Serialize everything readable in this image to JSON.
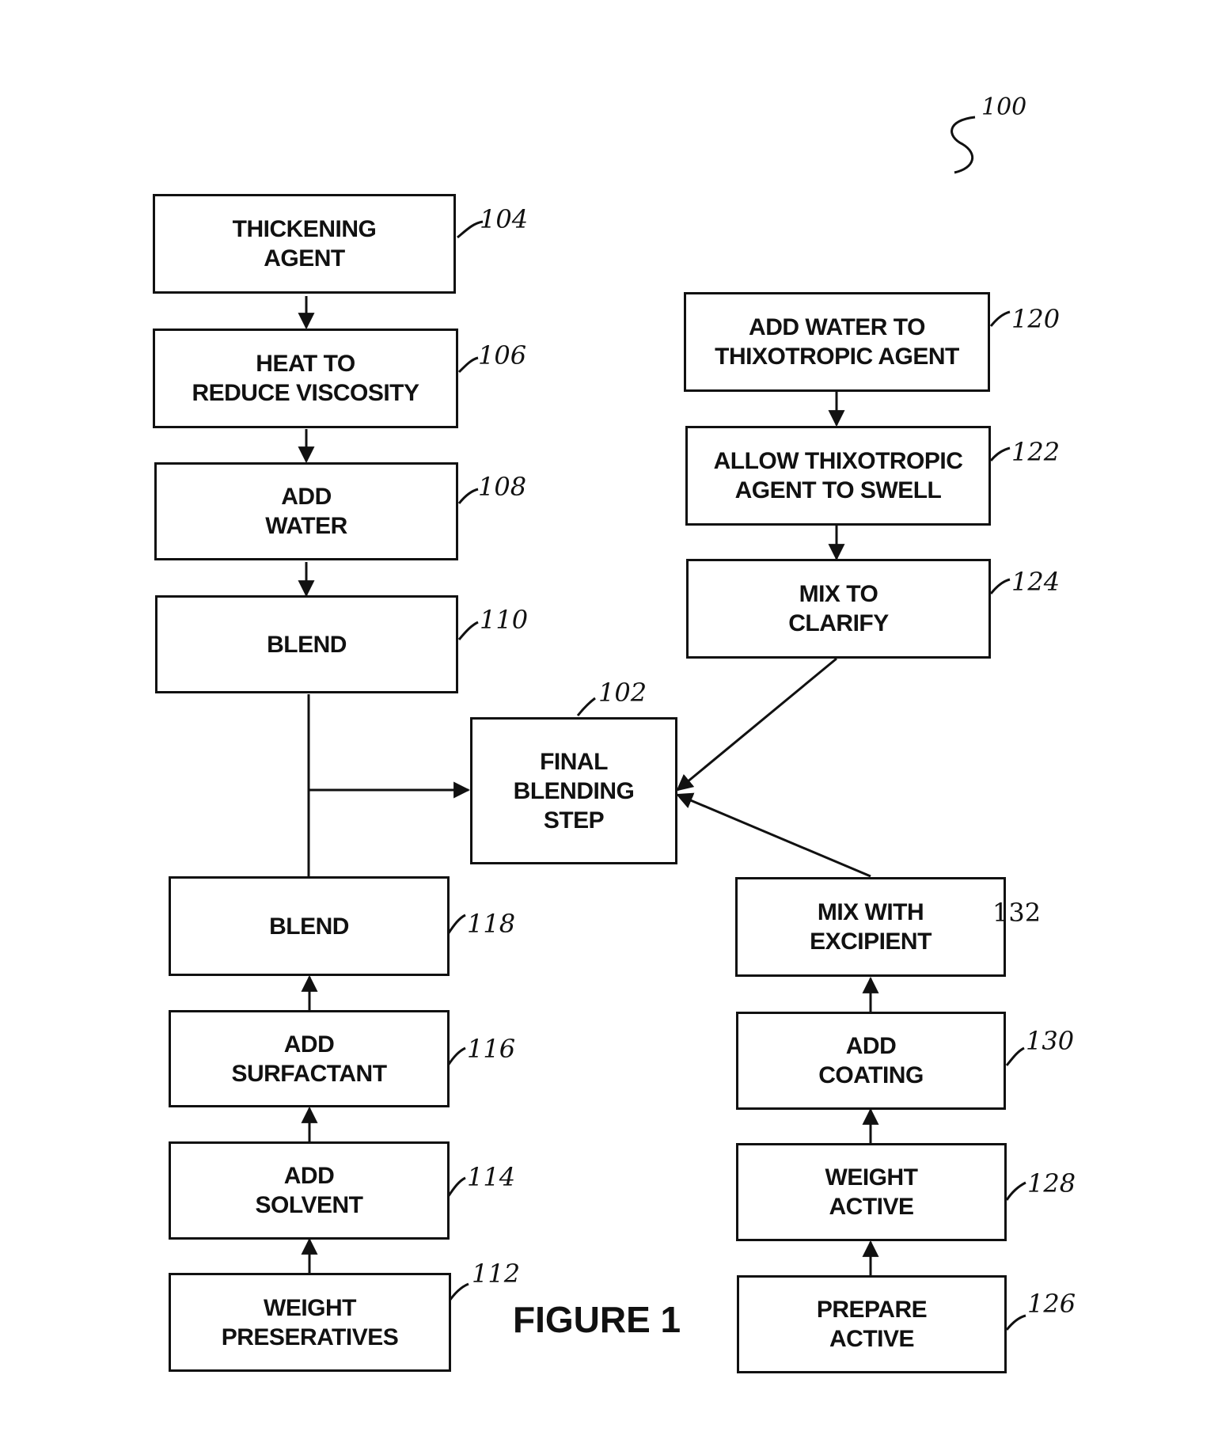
{
  "figure_ref": "100",
  "figure_caption": "FIGURE 1",
  "steps": [
    {
      "id": "104",
      "ref": "104",
      "label": "THICKENING\nAGENT"
    },
    {
      "id": "106",
      "ref": "106",
      "label": "HEAT TO\nREDUCE VISCOSITY"
    },
    {
      "id": "108",
      "ref": "108",
      "label": "ADD\nWATER"
    },
    {
      "id": "110",
      "ref": "110",
      "label": "BLEND"
    },
    {
      "id": "102",
      "ref": "102",
      "label": "FINAL\nBLENDING\nSTEP"
    },
    {
      "id": "118",
      "ref": "118",
      "label": "BLEND"
    },
    {
      "id": "116",
      "ref": "116",
      "label": "ADD\nSURFACTANT"
    },
    {
      "id": "114",
      "ref": "114",
      "label": "ADD\nSOLVENT"
    },
    {
      "id": "112",
      "ref": "112",
      "label": "WEIGHT\nPRESERATIVES"
    },
    {
      "id": "120",
      "ref": "120",
      "label": "ADD WATER TO\nTHIXOTROPIC AGENT"
    },
    {
      "id": "122",
      "ref": "122",
      "label": "ALLOW THIXOTROPIC\nAGENT TO SWELL"
    },
    {
      "id": "124",
      "ref": "124",
      "label": "MIX TO\nCLARIFY"
    },
    {
      "id": "132",
      "ref": "132",
      "label": "MIX WITH\nEXCIPIENT"
    },
    {
      "id": "130",
      "ref": "130",
      "label": "ADD\nCOATING"
    },
    {
      "id": "128",
      "ref": "128",
      "label": "WEIGHT\nACTIVE"
    },
    {
      "id": "126",
      "ref": "126",
      "label": "PREPARE\nACTIVE"
    }
  ],
  "flows": [
    {
      "from": "104",
      "to": "106"
    },
    {
      "from": "106",
      "to": "108"
    },
    {
      "from": "108",
      "to": "110"
    },
    {
      "from": "110",
      "to": "102"
    },
    {
      "from": "118",
      "to": "102"
    },
    {
      "from": "112",
      "to": "114"
    },
    {
      "from": "114",
      "to": "116"
    },
    {
      "from": "116",
      "to": "118"
    },
    {
      "from": "120",
      "to": "122"
    },
    {
      "from": "122",
      "to": "124"
    },
    {
      "from": "124",
      "to": "102"
    },
    {
      "from": "126",
      "to": "128"
    },
    {
      "from": "128",
      "to": "130"
    },
    {
      "from": "130",
      "to": "132"
    },
    {
      "from": "132",
      "to": "102"
    }
  ]
}
